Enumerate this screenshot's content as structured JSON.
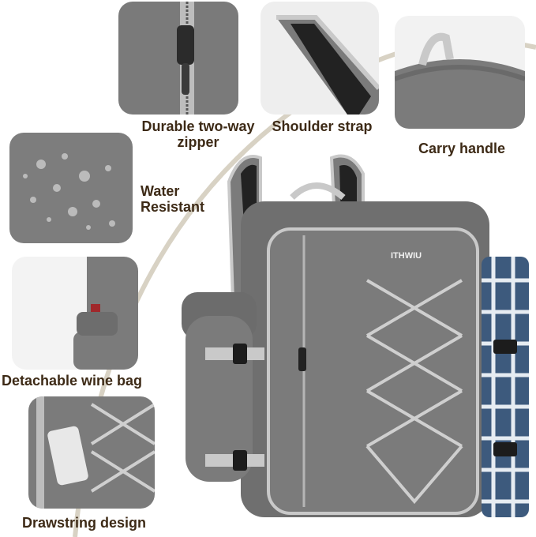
{
  "brand": "ITHWIU",
  "features": {
    "zipper": "Durable two-way zipper",
    "zipper_line1": "Durable two-way",
    "zipper_line2": "zipper",
    "shoulder": "Shoulder strap",
    "handle": "Carry handle",
    "water_line1": "Water",
    "water_line2": "Resistant",
    "wine": "Detachable wine bag",
    "drawstring": "Drawstring design"
  },
  "colors": {
    "bag_gray": "#7b7b7b",
    "trim_gray": "#c9c9c9",
    "label_brown": "#3d2a16",
    "arc_beige": "#d8d2c4",
    "blanket_blue": "#3d5a7d"
  }
}
